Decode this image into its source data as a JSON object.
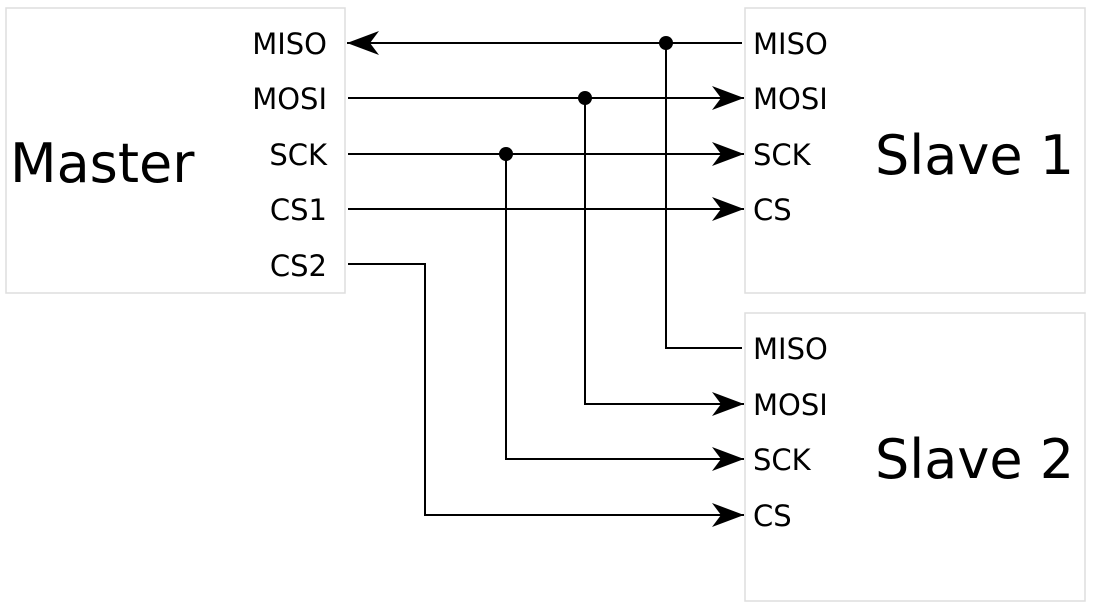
{
  "master": {
    "title": "Master",
    "pins": [
      "MISO",
      "MOSI",
      "SCK",
      "CS1",
      "CS2"
    ]
  },
  "slave1": {
    "title": "Slave 1",
    "pins": [
      "MISO",
      "MOSI",
      "SCK",
      "CS"
    ]
  },
  "slave2": {
    "title": "Slave 2",
    "pins": [
      "MISO",
      "MOSI",
      "SCK",
      "CS"
    ]
  },
  "colors": {
    "line": "#000000",
    "box_border": "#dedede",
    "background": "#ffffff"
  }
}
